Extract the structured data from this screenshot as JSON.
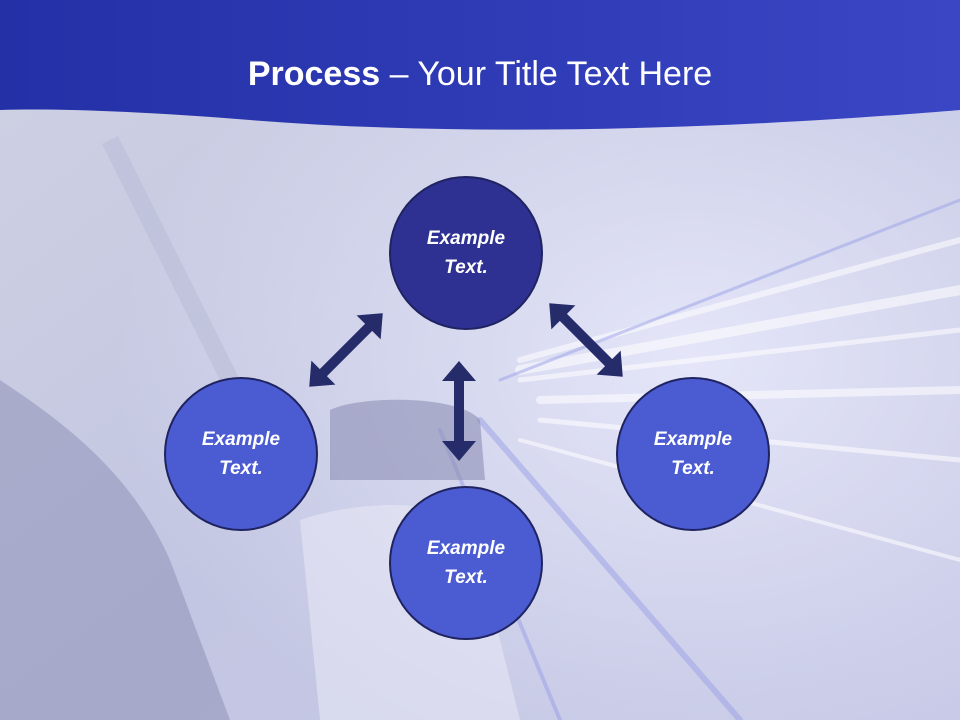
{
  "slide": {
    "title_bold": "Process",
    "title_rest": " – Your Title Text Here"
  },
  "process": {
    "center": {
      "label": "Example Text."
    },
    "left": {
      "label": "Example Text."
    },
    "right": {
      "label": "Example Text."
    },
    "bottom": {
      "label": "Example Text."
    }
  },
  "colors": {
    "header": "#2a36b5",
    "center_fill": "#2e3192",
    "node_fill": "#4b5bd2",
    "arrow": "#262c6a"
  }
}
